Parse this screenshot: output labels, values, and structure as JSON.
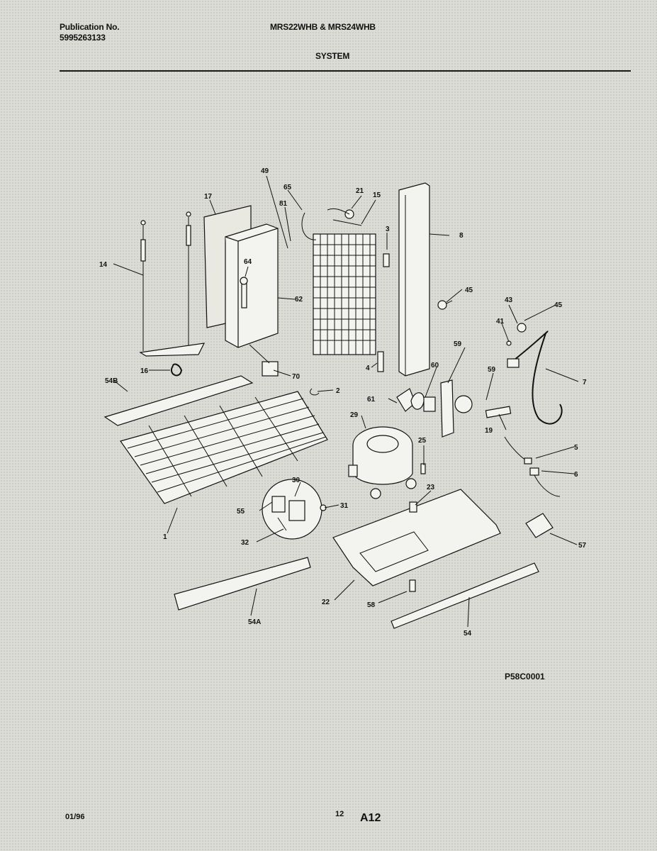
{
  "header": {
    "publication_label": "Publication No.",
    "publication_number": "5995263133",
    "models": "MRS22WHB & MRS24WHB",
    "section": "SYSTEM"
  },
  "diagram": {
    "code": "P58C0001",
    "callouts": [
      "49",
      "65",
      "21",
      "15",
      "8",
      "17",
      "81",
      "3",
      "14",
      "64",
      "62",
      "45",
      "43",
      "45",
      "41",
      "7",
      "16",
      "70",
      "4",
      "2",
      "54B",
      "60",
      "59",
      "61",
      "59",
      "19",
      "29",
      "25",
      "5",
      "6",
      "30",
      "23",
      "55",
      "31",
      "32",
      "1",
      "57",
      "22",
      "58",
      "54A",
      "54"
    ]
  },
  "footer": {
    "date": "01/96",
    "page_number": "12",
    "page_code": "A12"
  }
}
